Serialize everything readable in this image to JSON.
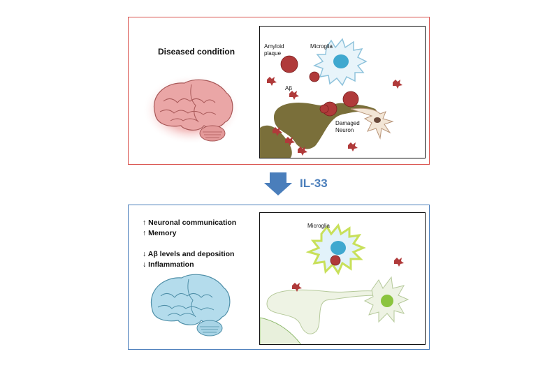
{
  "top_panel": {
    "title": "Diseased condition",
    "labels": {
      "amyloid_plaque_line1": "Amyloid",
      "amyloid_plaque_line2": "plaque",
      "microglia": "Microglia",
      "abeta": "Aβ",
      "damaged_neuron_line1": "Damaged",
      "damaged_neuron_line2": "Neuron"
    }
  },
  "arrow": {
    "label": "IL-33",
    "color": "#4a7ebb"
  },
  "bottom_panel": {
    "effects": [
      "↑ Neuronal communication",
      "↑ Memory",
      "↓ Aβ levels and deposition",
      "↓ Inflammation"
    ],
    "labels": {
      "microglia": "Microglia"
    }
  },
  "colors": {
    "diseased_border": "#d9534f",
    "healthy_border": "#4a7ebb",
    "diseased_brain": "#e8a0a0",
    "healthy_brain": "#a8d4e6",
    "plaque": "#b03a3a",
    "damaged_neuron": "#7a6f3a"
  }
}
